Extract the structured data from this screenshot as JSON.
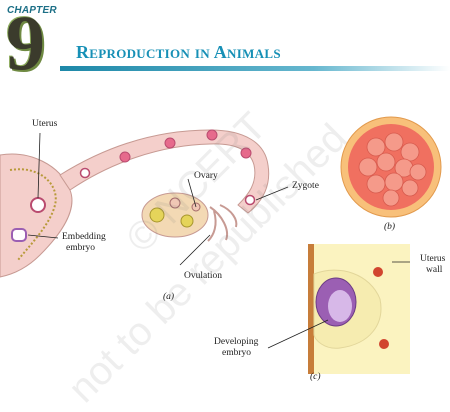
{
  "header": {
    "chapter_word": "CHAPTER",
    "chapter_number": "9",
    "title": "Reproduction in Animals"
  },
  "figure": {
    "labels": {
      "uterus": "Uterus",
      "ovary": "Ovary",
      "zygote": "Zygote",
      "embedding_line1": "Embedding",
      "embedding_line2": "embryo",
      "ovulation": "Ovulation",
      "uterus_wall_line1": "Uterus",
      "uterus_wall_line2": "wall",
      "developing_line1": "Developing",
      "developing_line2": "embryo"
    },
    "captions": {
      "a": "(a)",
      "b": "(b)",
      "c": "(c)"
    }
  },
  "watermark": {
    "line1": "© NCERT",
    "line2": "not to be republished"
  },
  "colors": {
    "tube": "#f4cfcb",
    "tube_edge": "#c79a93",
    "wall_fold": "#c9b63a",
    "embryo_pink": "#e66a8c",
    "morula": "#f07060",
    "morula_bg": "#f8c07a",
    "yellow_tissue": "#fbf3c0",
    "wall_brown": "#c77d3a",
    "title_blue": "#1790b6"
  }
}
